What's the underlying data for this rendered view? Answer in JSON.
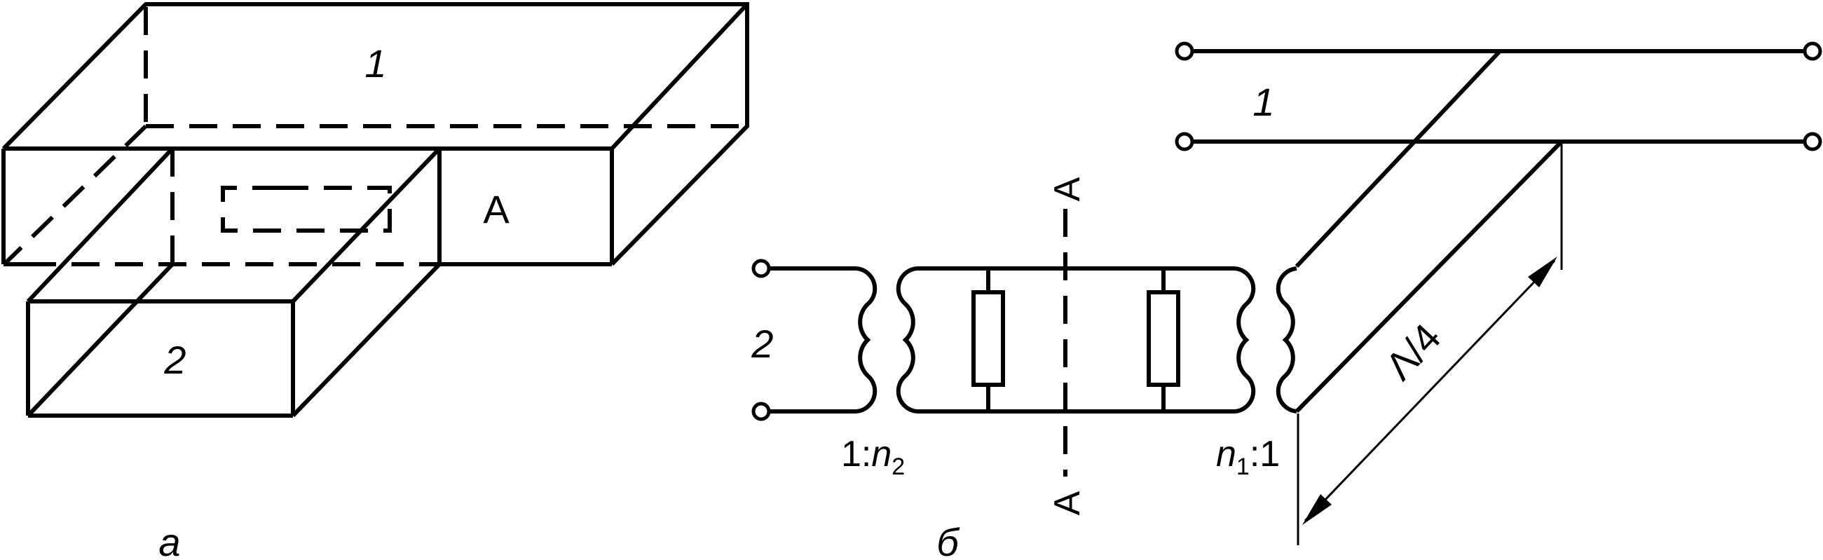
{
  "part_a": {
    "caption": "а",
    "label_top_box": "1",
    "label_bottom_box": "2",
    "label_section": "А"
  },
  "part_b": {
    "caption": "б",
    "label_line_1": "1",
    "label_line_2": "2",
    "section_top": "А",
    "section_bottom": "А",
    "ratio_left_prefix": "1:",
    "ratio_left_var": "n",
    "ratio_left_sub": "2",
    "ratio_right_var": "n",
    "ratio_right_sub": "1",
    "ratio_right_suffix": ":1",
    "quarter_wave": "Λ/4"
  }
}
